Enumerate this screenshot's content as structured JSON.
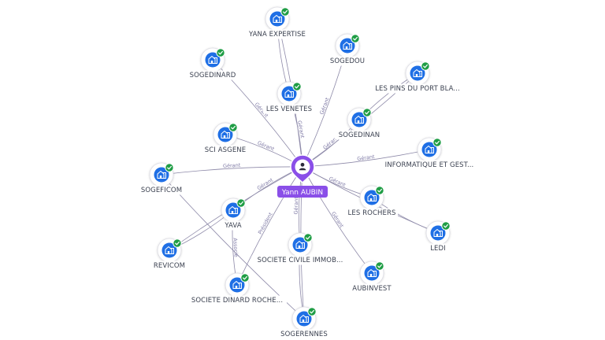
{
  "person": {
    "name": "Yann AUBIN",
    "icon": "person-icon"
  },
  "colors": {
    "accent": "#8a4fe8",
    "company": "#1f6fe5",
    "check": "#1f9d45",
    "edge": "#8e8aa9"
  },
  "companies": [
    {
      "id": "yana-expertise",
      "label": "YANA EXPERTISE",
      "edge_label": ""
    },
    {
      "id": "sogedou",
      "label": "SOGEDOU",
      "edge_label": "Gérant"
    },
    {
      "id": "sogedinard",
      "label": "SOGEDINARD",
      "edge_label": "Gérant"
    },
    {
      "id": "les-venetes",
      "label": "LES VENETES",
      "edge_label": "Gérant"
    },
    {
      "id": "les-pins",
      "label": "LES PINS DU PORT BLA...",
      "edge_label": ""
    },
    {
      "id": "sogedinan",
      "label": "SOGEDINAN",
      "edge_label": "Gérant"
    },
    {
      "id": "sci-asgene",
      "label": "SCI ASGENE",
      "edge_label": "Gérant"
    },
    {
      "id": "informatique",
      "label": "INFORMATIQUE ET GEST...",
      "edge_label": "Gérant"
    },
    {
      "id": "sogeficom",
      "label": "SOGEFICOM",
      "edge_label": "Gérant"
    },
    {
      "id": "les-rochers",
      "label": "LES ROCHERS",
      "edge_label": "Gérant"
    },
    {
      "id": "yava",
      "label": "YAVA",
      "edge_label": "Gérant"
    },
    {
      "id": "ledi",
      "label": "LEDI",
      "edge_label": ""
    },
    {
      "id": "revicom",
      "label": "REVICOM",
      "edge_label": ""
    },
    {
      "id": "societe-civile",
      "label": "SOCIETE CIVILE IMMOB...",
      "edge_label": "Gérant"
    },
    {
      "id": "aubinvest",
      "label": "AUBINVEST",
      "edge_label": "Gérant"
    },
    {
      "id": "societe-dinard",
      "label": "SOCIETE DINARD ROCHE...",
      "edge_label": "Président"
    },
    {
      "id": "sogerennes",
      "label": "SOGERENNES",
      "edge_label": ""
    }
  ],
  "secondary_edges": [
    {
      "from": "yava",
      "to": "societe-dinard",
      "label": "Associé"
    }
  ]
}
